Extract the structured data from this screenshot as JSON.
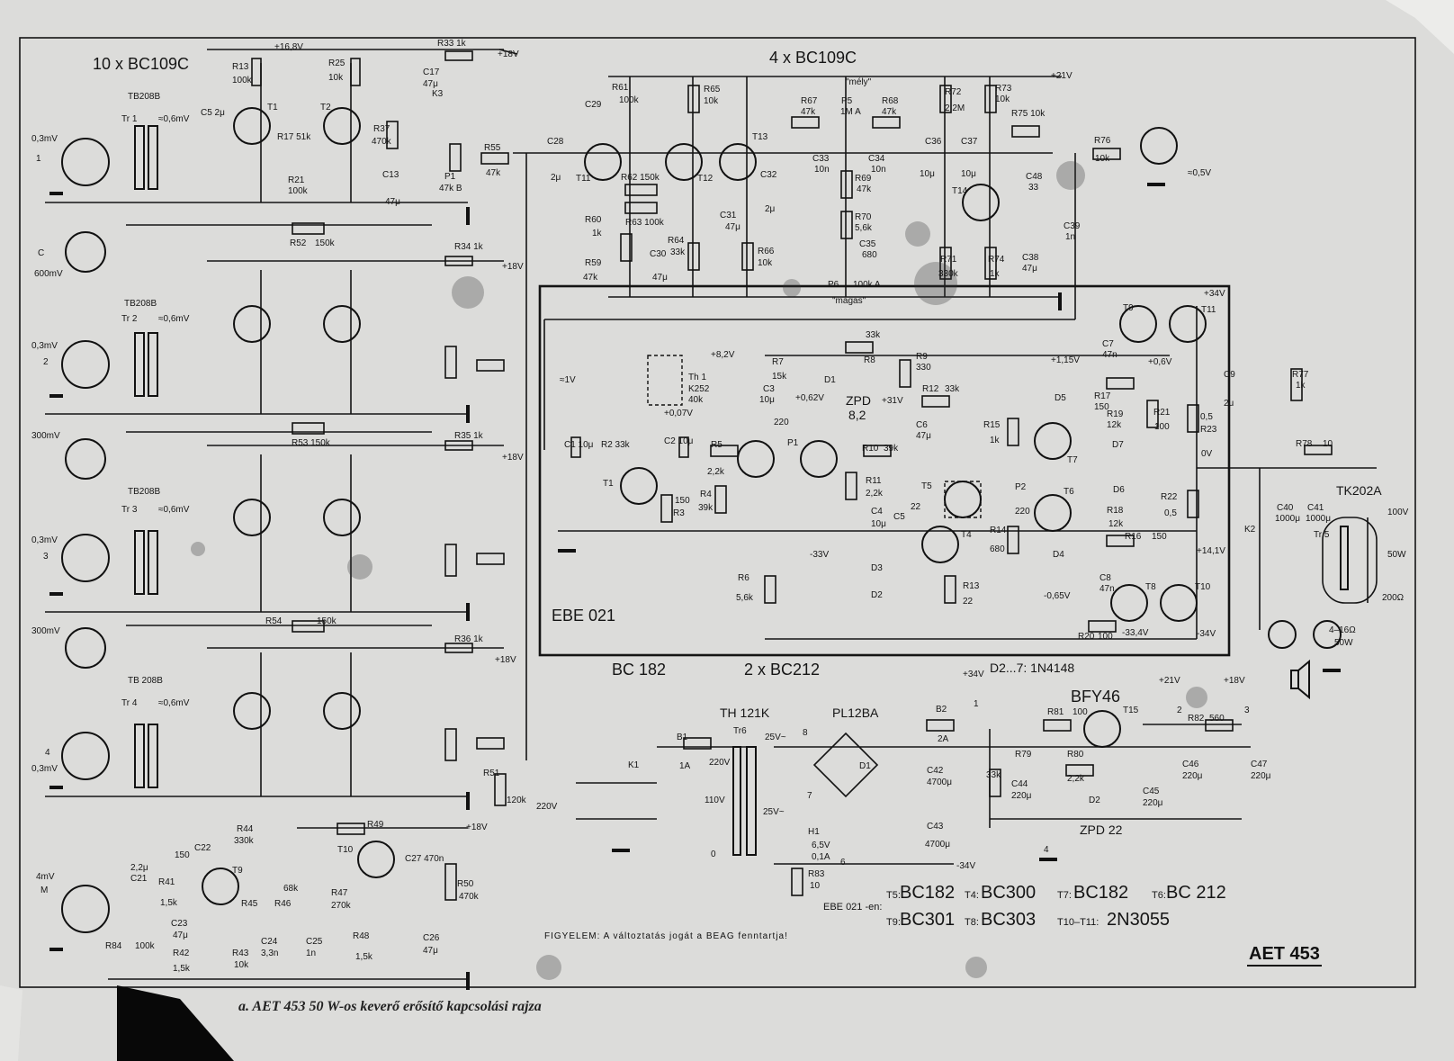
{
  "headers": {
    "preamp_count": "10 x BC109C",
    "mixer_count": "4 x BC109C",
    "driver_types": "BC 182",
    "driver_types2": "2 x BC212",
    "diodes_note": "D2...7: 1N4148",
    "bfy": "BFY46"
  },
  "rails": {
    "v168_1": "+16,8V",
    "v18_1": "+18V",
    "v18_2": "+18V",
    "v18_3": "+18V",
    "v18_4": "+18V",
    "v18_5": "+18V",
    "v21": "+21V",
    "v34": "+34V",
    "vm34": "-34V",
    "v0": "0V",
    "v21b": "+21V",
    "v18b": "+18V",
    "v34b": "+34V",
    "vm34b": "-34V"
  },
  "inputs": [
    {
      "level": "0,3mV",
      "num": "1"
    },
    {
      "level": "600mV",
      "num": "C"
    },
    {
      "level": "0,3mV",
      "num": "2"
    },
    {
      "level": "300mV",
      "num": ""
    },
    {
      "level": "0,3mV",
      "num": "3"
    },
    {
      "level": "300mV",
      "num": ""
    },
    {
      "level": "0,3mV",
      "num": "4"
    },
    {
      "level": "4mV",
      "num": "M"
    }
  ],
  "transformers": {
    "tr1": "TB208B",
    "tr1n": "Tr 1",
    "tr2": "TB208B",
    "tr2n": "Tr 2",
    "tr3": "TB208B",
    "tr3n": "Tr 3",
    "tr4": "TB 208B",
    "tr4n": "Tr 4",
    "tr5": "TK202A",
    "tr5n": "Tr 5",
    "tr6": "TH 121K",
    "tr6n": "Tr6",
    "level": "≈0,6mV"
  },
  "components": {
    "r13": "R13",
    "r13v": "100k",
    "r25": "R25",
    "r25v": "10k",
    "r33": "R33 1k",
    "c17": "C17",
    "c17v": "47μ",
    "k3": "K3",
    "c5": "C5 2μ",
    "t1": "T1",
    "t2": "T2",
    "r17": "R17 51k",
    "r21": "R21",
    "r21v": "100k",
    "r37": "R37",
    "r37v": "470k",
    "c13": "C13",
    "c13v": "47μ",
    "p1": "P1",
    "p1v": "47k B",
    "r55": "R55",
    "r55v": "47k",
    "r52": "R52",
    "r52v": "150k",
    "r34": "R34 1k",
    "r53": "R53 150k",
    "r35": "R35 1k",
    "r54": "R54",
    "r54v": "150k",
    "r36": "R36 1k",
    "r51": "R51",
    "r51v": "120k",
    "r49": "R49",
    "r44": "R44",
    "r44v": "330k",
    "t9": "T9",
    "t10": "T10",
    "c27": "C27 470n",
    "r50": "R50",
    "r50v": "470k",
    "r84": "R84",
    "r84v": "100k",
    "c21": "C21",
    "c21v": "2,2μ",
    "r41": "R41",
    "r41v": "1,5k",
    "c22": "C22",
    "c22v": "150",
    "r45": "R45",
    "r46": "R46",
    "r46v": "68k",
    "r47": "R47",
    "r47v": "270k",
    "c23": "C23",
    "c23v": "47μ",
    "r42": "R42",
    "r42v": "1,5k",
    "r43": "R43",
    "r43v": "10k",
    "c24": "C24",
    "c24v": "3,3n",
    "c25": "C25",
    "c25v": "1n",
    "r48": "R48",
    "r48v": "1,5k",
    "c26": "C26",
    "c26v": "47μ",
    "r61": "R61",
    "r61v": "100k",
    "r65": "R65",
    "r65v": "10k",
    "t11": "T11",
    "t12": "T12",
    "t13": "T13",
    "r62": "R62 150k",
    "r63": "R63 100k",
    "c28": "C28",
    "c28v": "2μ",
    "c29": "C29",
    "r60": "R60",
    "r60v": "1k",
    "r59": "R59",
    "r59v": "47k",
    "c30": "C30",
    "c30v": "47μ",
    "r64": "R64",
    "r64v": "33k",
    "c31": "C31",
    "c31v": "47μ",
    "r66": "R66",
    "r66v": "10k",
    "c32": "C32",
    "c32v": "2μ",
    "r67": "R67",
    "r67v": "47k",
    "p5": "P5",
    "p5v": "1M A",
    "r68": "R68",
    "r68v": "47k",
    "c33": "C33",
    "c33v": "10n",
    "c34": "C34",
    "c34v": "10n",
    "r69": "R69",
    "r69v": "47k",
    "r70": "R70",
    "r70v": "5,6k",
    "c35": "C35",
    "c35v": "680",
    "p6": "P6",
    "p6v": "100k A",
    "mely": "\"mély\"",
    "magas": "\"magas\"",
    "r72": "R72",
    "r72v": "2,2M",
    "r73": "R73",
    "r73v": "10k",
    "r75": "R75 10k",
    "c36": "C36",
    "c36v": "10μ",
    "c37": "C37",
    "c37v": "10μ",
    "t14": "T14",
    "c48": "C48",
    "c48v": "33",
    "r71": "R71",
    "r71v": "330k",
    "r74": "R74",
    "r74v": "1k",
    "c38": "C38",
    "c38v": "47μ",
    "c39": "C39",
    "c39v": "1n",
    "r76": "R76",
    "r76v": "10k",
    "out05": "≈0,5V"
  },
  "power_amp": {
    "name": "EBE 021",
    "c1": "C1 10μ",
    "r2": "R2 33k",
    "t1": "T1",
    "r3": "R3",
    "r3v": "150",
    "c2": "C2 10μ",
    "r5": "R5",
    "r5v": "2,2k",
    "r4": "R4",
    "r4v": "39k",
    "th1": "Th 1",
    "th1v": "K252",
    "th1v2": "40k",
    "r7": "R7",
    "r7v": "15k",
    "c3": "C3",
    "c3v": "10μ",
    "p1": "P1",
    "p1v": "220",
    "d1": "D1",
    "zpd": "ZPD",
    "zpdv": "8,2",
    "r8": "R8",
    "r8v": "33k",
    "r9": "R9",
    "r9v": "330",
    "r12": "R12",
    "r12v": "33k",
    "c6": "C6",
    "c6v": "47μ",
    "r10": "R10",
    "r10v": "39k",
    "r11": "R11",
    "r11v": "2,2k",
    "c4": "C4",
    "c4v": "10μ",
    "r6": "R6",
    "r6v": "5,6k",
    "d2": "D2",
    "d3": "D3",
    "t4": "T4",
    "r13": "R13",
    "r13v": "22",
    "c5": "C5",
    "c5v": "22",
    "t5": "T5",
    "p2": "P2",
    "p2v": "220",
    "r14": "R14",
    "r14v": "680",
    "r15": "R15",
    "r15v": "1k",
    "d5": "D5",
    "t7": "T7",
    "d4": "D4",
    "t6": "T6",
    "d6": "D6",
    "d7": "D7",
    "r19": "R19",
    "r19v": "12k",
    "r18": "R18",
    "r18v": "12k",
    "r17": "R17",
    "r17v": "150",
    "r16": "R16",
    "r16v": "150",
    "c7": "C7",
    "c7v": "47n",
    "c8": "C8",
    "c8v": "47n",
    "t9": "T9",
    "t11": "T11",
    "t8": "T8",
    "t10": "T10",
    "r21": "R21",
    "r21v": "100",
    "r20": "R20",
    "r20v": "100",
    "r23": "R23",
    "r23v": "0,5",
    "r22": "R22",
    "r22v": "0,5",
    "c9": "C9",
    "c9v": "2μ",
    "v82": "+8,2V",
    "v007": "+0,07V",
    "v062": "+0,62V",
    "v31": "+31V",
    "v33": "-33V",
    "v1": "≈1V",
    "v115": "+1,15V",
    "v06": "+0,6V",
    "vm065": "-0,65V",
    "vm334": "-33,4V",
    "v141": "+14,1V"
  },
  "output": {
    "r77": "R77",
    "r77v": "1k",
    "r78": "R78",
    "r78v": "10",
    "c40": "C40",
    "c40v": "1000μ",
    "c41": "C41",
    "c41v": "1000μ",
    "k2": "K2",
    "v100": "100V",
    "w50": "50W",
    "ohm200": "200Ω",
    "spk": "4–16Ω",
    "spkw": "50W"
  },
  "power_supply": {
    "b1": "B1",
    "b1v": "1A",
    "b2": "B2",
    "b2v": "2A",
    "k1": "K1",
    "mains": "220V",
    "tap220": "220V",
    "tap110": "110V",
    "tap0": "0",
    "v25": "25V~",
    "v25b": "25V~",
    "n8": "8",
    "n7": "7",
    "n6": "6",
    "n1": "1",
    "n2": "2",
    "n3": "3",
    "n4": "4",
    "bridge": "PL12BA",
    "d1": "D1",
    "c42": "C42",
    "c42v": "4700μ",
    "c43": "C43",
    "c43v": "4700μ",
    "h1": "H1",
    "h1v": "6,5V",
    "h1v2": "0,1A",
    "r83": "R83",
    "r83v": "10",
    "r81": "R81",
    "r81v": "100",
    "r79": "R79",
    "r79v": "33k",
    "r80": "R80",
    "r80v": "2,2k",
    "t15": "T15",
    "d2": "D2",
    "zpd22": "ZPD 22",
    "c44": "C44",
    "c44v": "220μ",
    "c45": "C45",
    "c45v": "220μ",
    "r82": "R82",
    "r82v": "560",
    "c46": "C46",
    "c46v": "220μ",
    "c47": "C47",
    "c47v": "220μ"
  },
  "parts_legend": {
    "t5": "T5:",
    "t5v": "BC182",
    "t4": "T4:",
    "t4v": "BC300",
    "t7": "T7:",
    "t7v": "BC182",
    "t6": "T6:",
    "t6v": "BC 212",
    "t9": "T9:",
    "t9v": "BC301",
    "t8": "T8:",
    "t8v": "BC303",
    "t1011": "T10–T11:",
    "t1011v": "2N3055",
    "ebe": "EBE 021 -en:"
  },
  "notice": "FIGYELEM: A változtatás jogát a BEAG fenntartja!",
  "model": "AET 453",
  "caption": "a. AET 453 50 W-os keverő erősítő kapcsolási rajza"
}
